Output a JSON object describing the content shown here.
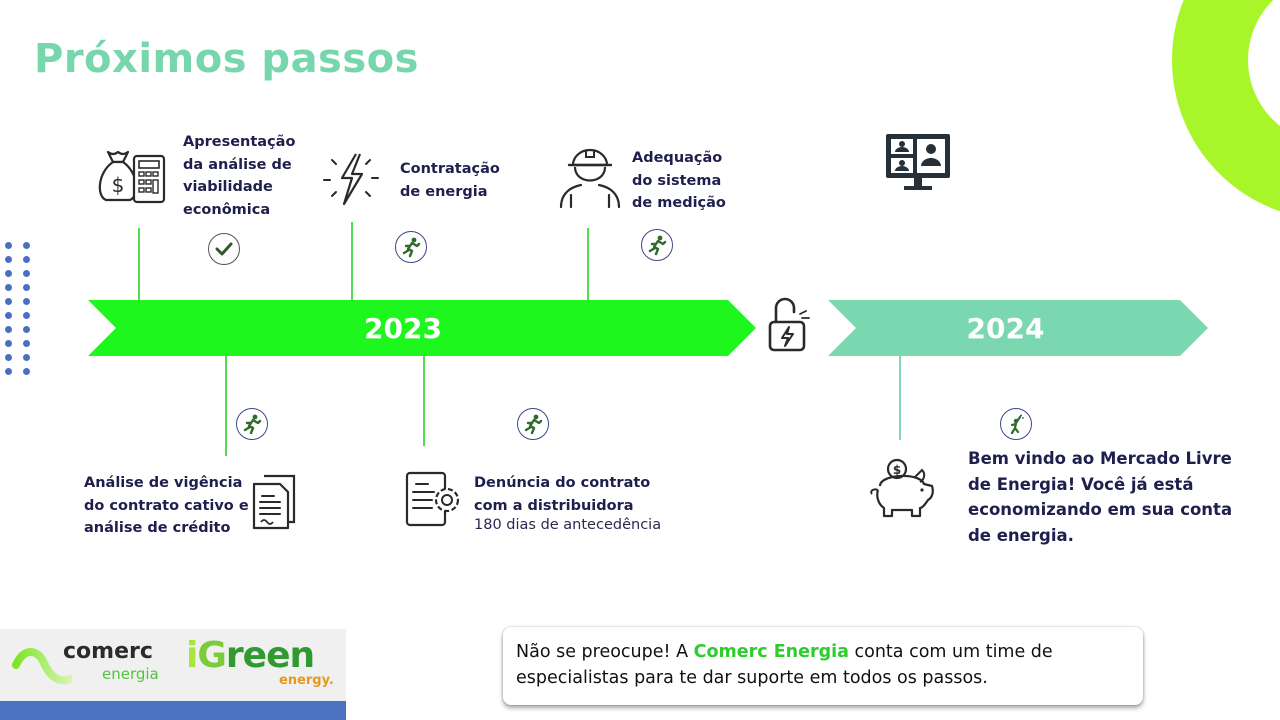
{
  "page": {
    "title": "Próximos passos",
    "colors": {
      "title": "#77d6ab",
      "arrow_2023": "#1ef71e",
      "arrow_2024": "#7ad7b0",
      "accent_ring": "#a8f62a",
      "text_dark": "#1f1f4e",
      "dots": "#4a6ec4",
      "footer_bar": "#4a72c0"
    }
  },
  "timeline": {
    "years": [
      {
        "label": "2023",
        "color": "#1ef71e"
      },
      {
        "label": "2024",
        "color": "#7ad7b0"
      }
    ],
    "transition_icon": "unlocked-padlock-lightning-icon",
    "steps_above": [
      {
        "icon": "money-bag-calculator-icon",
        "lines": [
          "Apresentação",
          "da análise de",
          "viabilidade",
          "econômica"
        ],
        "status": "done",
        "status_icon": "check-icon"
      },
      {
        "icon": "lightning-bolt-icon",
        "lines": [
          "Contratação",
          "de energia"
        ],
        "status": "in-progress",
        "status_icon": "running-person-icon"
      },
      {
        "icon": "worker-helmet-icon",
        "lines": [
          "Adequação",
          "do sistema",
          "de medição"
        ],
        "status": "in-progress",
        "status_icon": "running-person-icon"
      },
      {
        "icon": "video-conference-monitor-icon",
        "lines": [],
        "status": null,
        "status_icon": null
      }
    ],
    "steps_below": [
      {
        "icon": "documents-icon",
        "lines": [
          "Análise de vigência",
          "do contrato cativo e",
          "análise de crédito"
        ],
        "status": "in-progress",
        "status_icon": "running-person-icon"
      },
      {
        "icon": "document-gear-icon",
        "lines": [
          "Denúncia do contrato",
          "com a distribuidora"
        ],
        "sub": "180 dias de antecedência",
        "status": "in-progress",
        "status_icon": "running-person-icon"
      },
      {
        "icon": "piggy-bank-icon",
        "lines": [
          "Bem vindo ao Mercado Livre",
          "de Energia! Você já está",
          "economizando em sua conta",
          "de energia."
        ],
        "status": "celebrating",
        "status_icon": "celebrating-person-icon"
      }
    ]
  },
  "footer": {
    "logos": [
      {
        "name": "comerc",
        "text": "comerc",
        "subtext": "energia"
      },
      {
        "name": "igreen",
        "text_i": "i",
        "text_g": "G",
        "text_rest": "reen",
        "subtext": "energy."
      }
    ],
    "note": {
      "prefix": "Não se preocupe!   A ",
      "highlight": "Comerc Energia",
      "suffix": " conta com um time de especialistas para te dar suporte em todos os passos."
    }
  }
}
